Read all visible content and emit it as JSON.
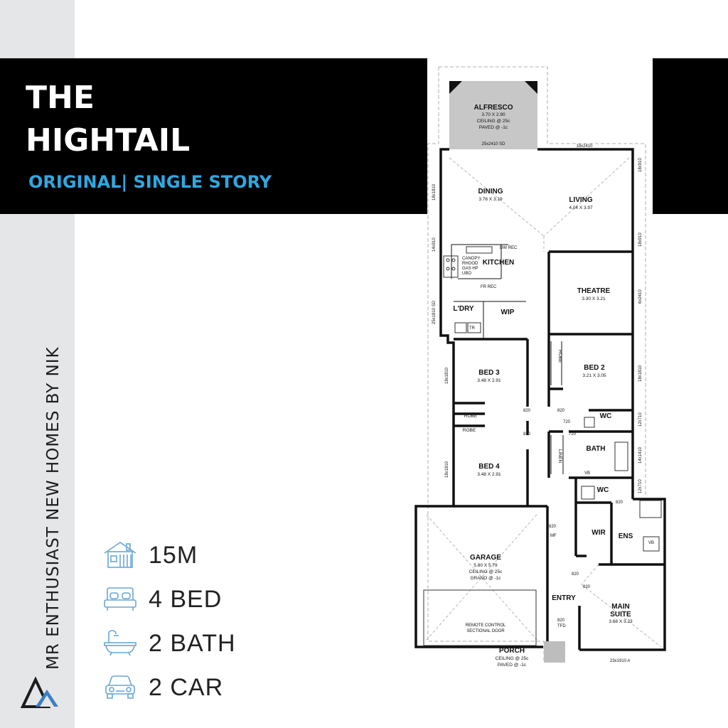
{
  "title_line1": "THE",
  "title_line2": "HIGHTAIL",
  "subtitle": "ORIGINAL| SINGLE STORY",
  "side_text": "MR ENTHUSIAST NEW HOMES BY NIK",
  "accent_color": "#2fa8e0",
  "specs": [
    {
      "icon": "house-icon",
      "label": "15M"
    },
    {
      "icon": "bed-icon",
      "label": "4 BED"
    },
    {
      "icon": "bathtub-icon",
      "label": "2 BATH"
    },
    {
      "icon": "car-icon",
      "label": "2 CAR"
    }
  ],
  "plan": {
    "alfresco": {
      "name": "ALFRESCO",
      "dims": "3.70 X 2.90",
      "ceiling": "CEILING @ 25c",
      "paved": "PAVED @ -1c"
    },
    "dining": {
      "name": "DINING",
      "dims": "3.76 X 3.19"
    },
    "living": {
      "name": "LIVING",
      "dims": "4.04 X 3.97"
    },
    "kitchen": {
      "name": "KITCHEN"
    },
    "theatre": {
      "name": "THEATRE",
      "dims": "3.30 X 3.21"
    },
    "laundry": {
      "name": "L'DRY"
    },
    "wip": {
      "name": "WIP"
    },
    "bed3": {
      "name": "BED 3",
      "dims": "3.48 X 2.91"
    },
    "bed2": {
      "name": "BED 2",
      "dims": "3.21 X 3.05"
    },
    "bed4": {
      "name": "BED 4",
      "dims": "3.48 X 2.91"
    },
    "robe": "ROBE",
    "wc": "WC",
    "bath": "BATH",
    "linen": "LINEN",
    "wir": "WIR",
    "ens": "ENS",
    "entry": "ENTRY",
    "garage": {
      "name": "GARAGE",
      "dims": "5.80 X 5.79",
      "ceiling": "CEILING @ 25c",
      "grano": "GRANO @ -1c",
      "door1": "REMOTE CONTROL",
      "door2": "SECTIONAL DOOR"
    },
    "main_suite": {
      "name": "MAIN",
      "name2": "SUITE",
      "dims": "3.68 X 3.23"
    },
    "porch": {
      "name": "PORCH",
      "ceiling": "CEILING @ 25c",
      "paved": "PAVED @ -1c"
    },
    "notes": {
      "sd": "25x2410 SD",
      "top_window": "18x2410",
      "w1": "18x1810",
      "w2": "14x910",
      "w3": "25x1810 SD",
      "w4": "18x1810",
      "w5": "18x1810",
      "w6": "18x910",
      "w7": "18x910",
      "w8": "6x2410",
      "w9": "18x1810",
      "w10": "12x710",
      "w11": "14x1410",
      "w12": "12x710",
      "w13": "23x1910 A",
      "d820": "820",
      "d720": "720",
      "canopy": "CANOPY",
      "rhood": "RHOOD",
      "gashp": "GAS HP",
      "ubo": "UBO",
      "dwrec": "DW REC",
      "frrec": "FR REC",
      "tr": "TR",
      "vb": "VB",
      "mf": "MF",
      "tfd": "TFD"
    }
  }
}
